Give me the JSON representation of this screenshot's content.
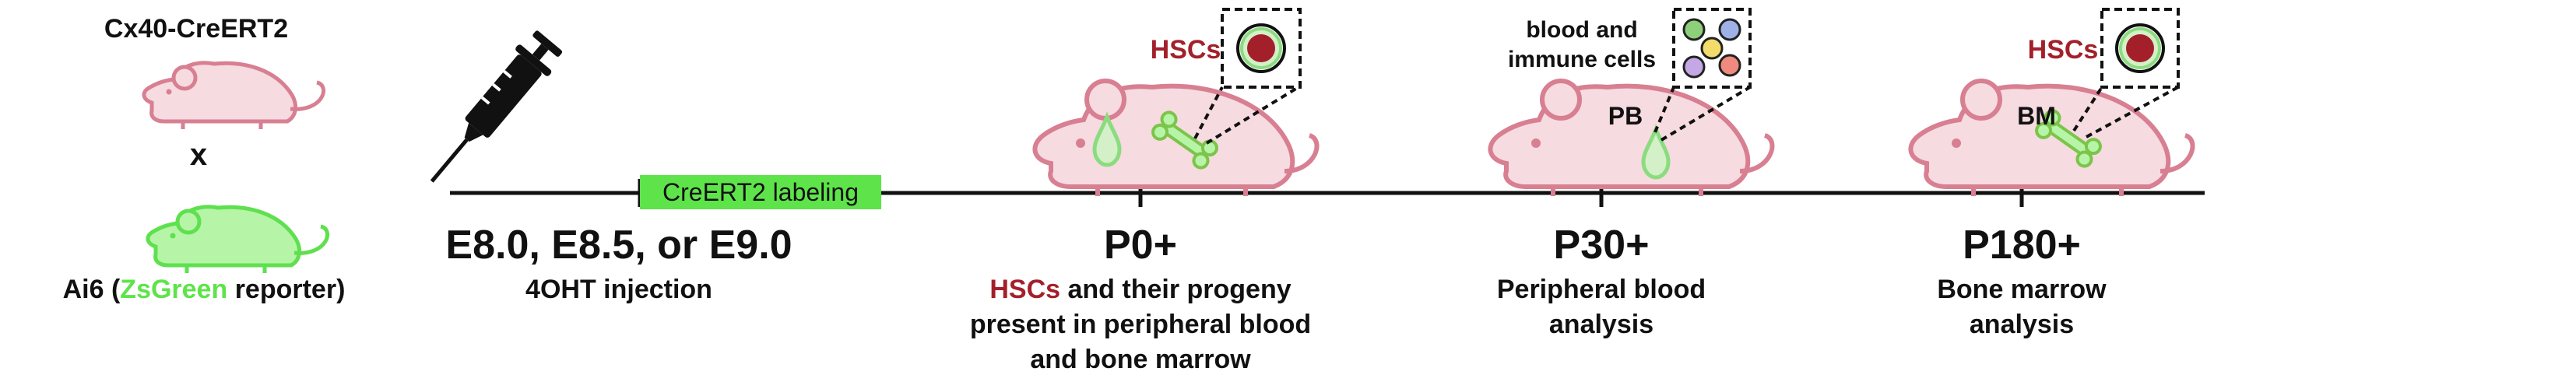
{
  "cross": {
    "strain_top": "Cx40-CreERT2",
    "cross_symbol": "x",
    "strain_bottom_prefix": "Ai6 (",
    "strain_bottom_highlight": "ZsGreen",
    "strain_bottom_suffix": " reporter)"
  },
  "injection": {
    "stage": "E8.0, E8.5, or E9.0",
    "description": "4OHT injection",
    "labeling_window": "CreERT2 labeling"
  },
  "p0": {
    "stage": "P0+",
    "callout": "HSCs",
    "desc_highlight": "HSCs",
    "desc_line1_rest": " and their progeny",
    "desc_line2": "present in peripheral blood",
    "desc_line3": "and bone marrow"
  },
  "p30": {
    "stage": "P30+",
    "callout_line1": "blood and",
    "callout_line2": "immune cells",
    "site": "PB",
    "desc_line1": "Peripheral blood",
    "desc_line2": "analysis"
  },
  "p180": {
    "stage": "P180+",
    "callout": "HSCs",
    "site": "BM",
    "desc_line1": "Bone marrow",
    "desc_line2": "analysis"
  },
  "colors": {
    "mouse_pink_fill": "#f6dbe1",
    "mouse_pink_stroke": "#d87f92",
    "mouse_green_fill": "#b6f4a7",
    "mouse_green_stroke": "#5fe04f",
    "label_green": "#5ee44a",
    "hsc_red": "#a3202a",
    "cell_green_ring": "#8bdc7f"
  },
  "icons": [
    "syringe-icon",
    "mouse-icon",
    "bone-icon",
    "blood-drop-icon",
    "cell-icon"
  ]
}
